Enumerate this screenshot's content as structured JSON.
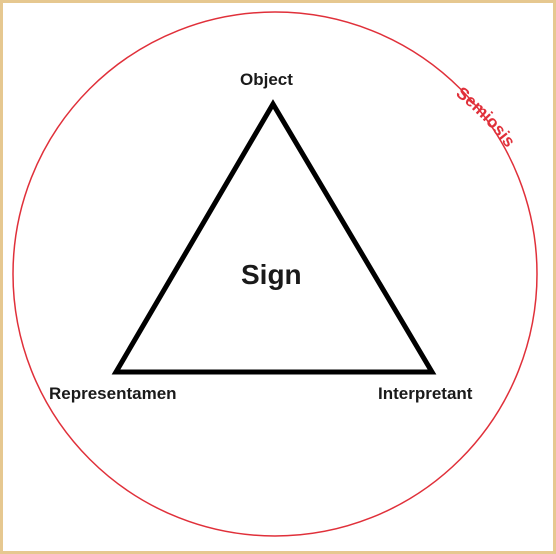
{
  "labels": {
    "object": "Object",
    "sign": "Sign",
    "representamen": "Representamen",
    "interpretant": "Interpretant",
    "semiosis": "Semiosis"
  },
  "colors": {
    "frame": "#e6c890",
    "circle": "#e0303a",
    "triangle": "#000000",
    "text": "#1a1a1a"
  }
}
